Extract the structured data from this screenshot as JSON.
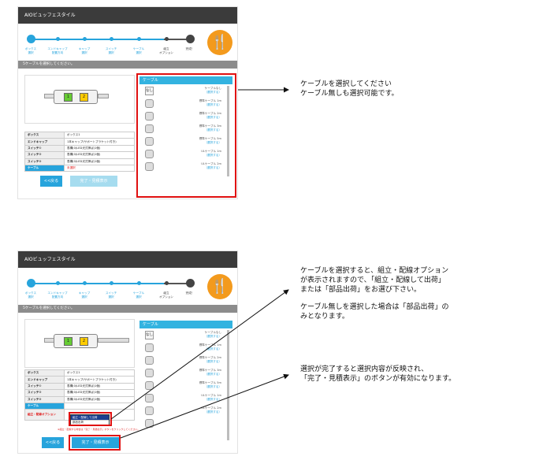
{
  "app_title": "AIOビュッフェスタイル",
  "steps": [
    {
      "label": "ボックス\n選択",
      "state": "done"
    },
    {
      "label": "エンドキャップ\n配置方向",
      "state": "done"
    },
    {
      "label": "キャップ\n選択",
      "state": "done"
    },
    {
      "label": "スイッチ\n選択",
      "state": "done"
    },
    {
      "label": "ケーブル\n選択",
      "state": "active"
    },
    {
      "label": "組立\nオプション",
      "state": "todo"
    },
    {
      "label": "完成！",
      "state": "todo"
    }
  ],
  "logo_glyph": "🍴",
  "notice": "5ケーブルを選択してください。",
  "switch_labels": [
    "1",
    "2"
  ],
  "spec_rows": [
    {
      "key": "ボックス",
      "value": "ボックス1"
    },
    {
      "key": "エンドキャップ",
      "value": "1本キャップ(サポートプラケット付き)"
    },
    {
      "key": "スイッチ①",
      "value": "表構(0)LED光式押ば(1個)"
    },
    {
      "key": "スイッチ②",
      "value": "表構(0)LED光式押ば(1個)"
    },
    {
      "key": "スイッチ③",
      "value": "表構(0)LED光式押ば(1個)"
    },
    {
      "key": "ケーブル",
      "value": "未選択"
    }
  ],
  "spec_row_assembly": {
    "key": "組立・配線オプション",
    "value": ""
  },
  "assembly_options": [
    "組立・配線して出荷",
    "部品出荷"
  ],
  "assembly_note": "※組立・配線する場合は「完了・見積表示」ボタンをクリックしてください。",
  "buttons": {
    "back": "<<戻る",
    "done": "完了・見積表示"
  },
  "cable_panel": {
    "title": "ケーブル",
    "none_label": "なし",
    "options": [
      {
        "name": "ケーブルなし",
        "action": "（選択する）"
      },
      {
        "name": "標準ケーブル 1m",
        "action": "（選択する）"
      },
      {
        "name": "標準ケーブル 2m",
        "action": "（選択する）"
      },
      {
        "name": "標準ケーブル 3m",
        "action": "（選択する）"
      },
      {
        "name": "標準ケーブル 5m",
        "action": "（選択する）"
      },
      {
        "name": "ULケーブル 1m",
        "action": "（選択する）"
      },
      {
        "name": "ULケーブル 2m",
        "action": "（選択する）"
      }
    ]
  },
  "annotations": {
    "a1_line1": "ケーブルを選択してください",
    "a1_line2": "ケーブル無しも選択可能です。",
    "a2_line1": "ケーブルを選択すると、組立・配線オプション",
    "a2_line2": "が表示されますので、「組立・配線して出荷」",
    "a2_line3": "または「部品出荷」をお選び下さい。",
    "a2_line4": "ケーブル無しを選択した場合は「部品出荷」の",
    "a2_line5": "みとなります。",
    "a3_line1": "選択が完了すると選択内容が反映され、",
    "a3_line2": "「完了・見積表示」のボタンが有効になります。"
  },
  "colors": {
    "accent": "#27a4dc",
    "highlight": "#e01010",
    "logo": "#f39a1d",
    "titlebar": "#3b3b3b"
  }
}
